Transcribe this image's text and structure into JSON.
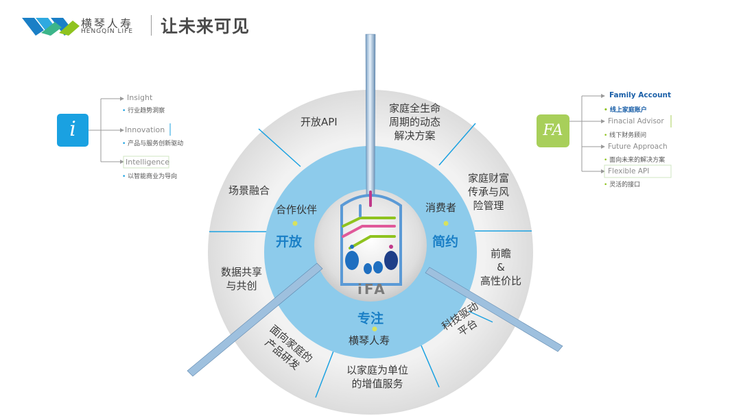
{
  "header": {
    "brand_cn": "横琴人寿",
    "brand_en": "HENGQIN LIFE",
    "slogan": "让未来可见"
  },
  "left_panel": {
    "badge": "i",
    "items": [
      {
        "title": "Insight",
        "sub": "行业趋势洞察"
      },
      {
        "title": "Innovation",
        "sub": "产品与服务创新驱动"
      },
      {
        "title": "Intelligence",
        "sub": "以智能商业为导向"
      }
    ]
  },
  "right_panel": {
    "badge": "FA",
    "items": [
      {
        "title": "Family Account",
        "sub": "线上家庭账户"
      },
      {
        "title": "Finacial Advisor",
        "sub": "线下财务顾问"
      },
      {
        "title": "Future Approach",
        "sub": "面向未来的解决方案"
      },
      {
        "title": "Flexible API",
        "sub": "灵活的接口"
      }
    ]
  },
  "diagram": {
    "center_label": "iFA",
    "pillars": {
      "open": "开放",
      "simple": "简约",
      "focus": "专注"
    },
    "ring_labels": {
      "partners": "合作伙伴",
      "consumers": "消费者",
      "hengqin": "横琴人寿"
    },
    "segments": {
      "open_api": "开放API",
      "family_life": [
        "家庭全生命",
        "周期的动态",
        "解决方案"
      ],
      "wealth": [
        "家庭财富",
        "传承与风",
        "险管理"
      ],
      "forward": [
        "前瞻",
        "&",
        "高性价比"
      ],
      "tech": [
        "科技驱动",
        "平台"
      ],
      "family_unit": [
        "以家庭为单位",
        "的增值服务"
      ],
      "family_product": [
        "面向家庭的",
        "产品研发"
      ],
      "data_share": [
        "数据共享",
        "与共创"
      ],
      "scene": "场景融合"
    }
  }
}
